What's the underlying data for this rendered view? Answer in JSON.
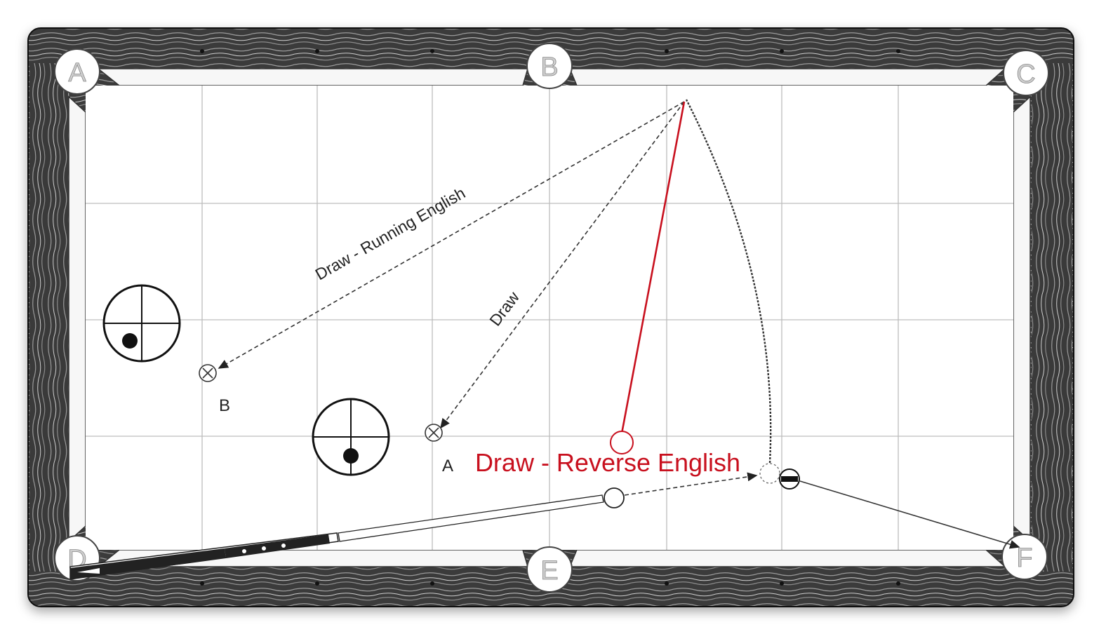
{
  "pockets": {
    "A": "A",
    "B": "B",
    "C": "C",
    "D": "D",
    "E": "E",
    "F": "F"
  },
  "paths": {
    "draw_running_label": "Draw - Running English",
    "draw_label": "Draw",
    "reverse_label": "Draw - Reverse English"
  },
  "targets": {
    "b_label": "B",
    "a_label": "A"
  },
  "colors": {
    "rail_dark": "#2b2b2b",
    "cloth": "#ffffff",
    "grid": "#bdbdbd",
    "annotation_red": "#c8101e",
    "ink": "#222222"
  }
}
